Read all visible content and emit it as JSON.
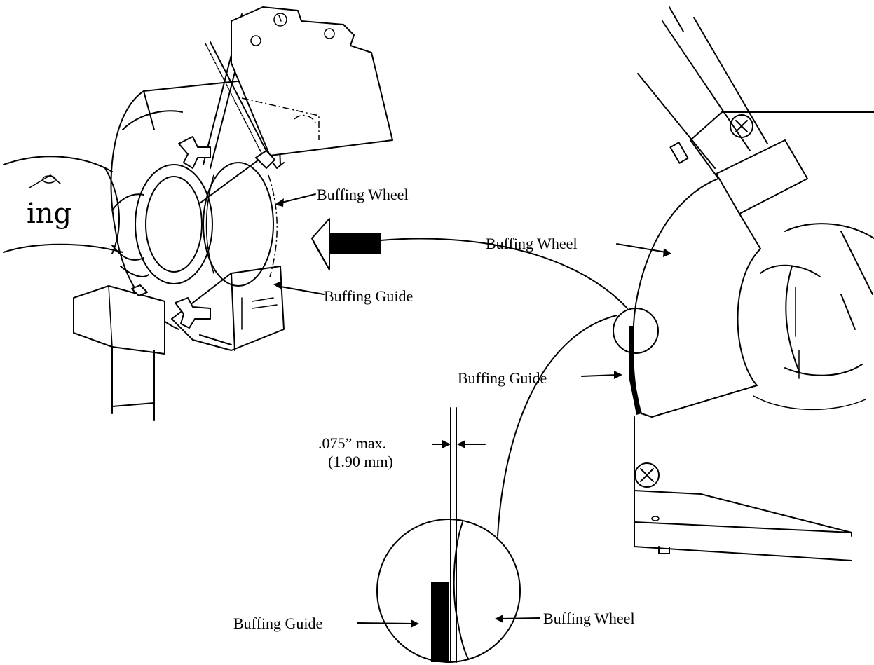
{
  "labels": {
    "left_buffing_wheel": "Buffing Wheel",
    "left_buffing_guide": "Buffing Guide",
    "right_buffing_wheel": "Buffing Wheel",
    "right_buffing_guide": "Buffing Guide",
    "gap_value": ".075” max.",
    "gap_metric": "(1.90 mm)",
    "detail_buffing_wheel": "Buffing Wheel",
    "detail_buffing_guide": "Buffing Guide",
    "machine_text": "ing"
  },
  "colors": {
    "ink": "#000000",
    "paper": "#ffffff"
  }
}
